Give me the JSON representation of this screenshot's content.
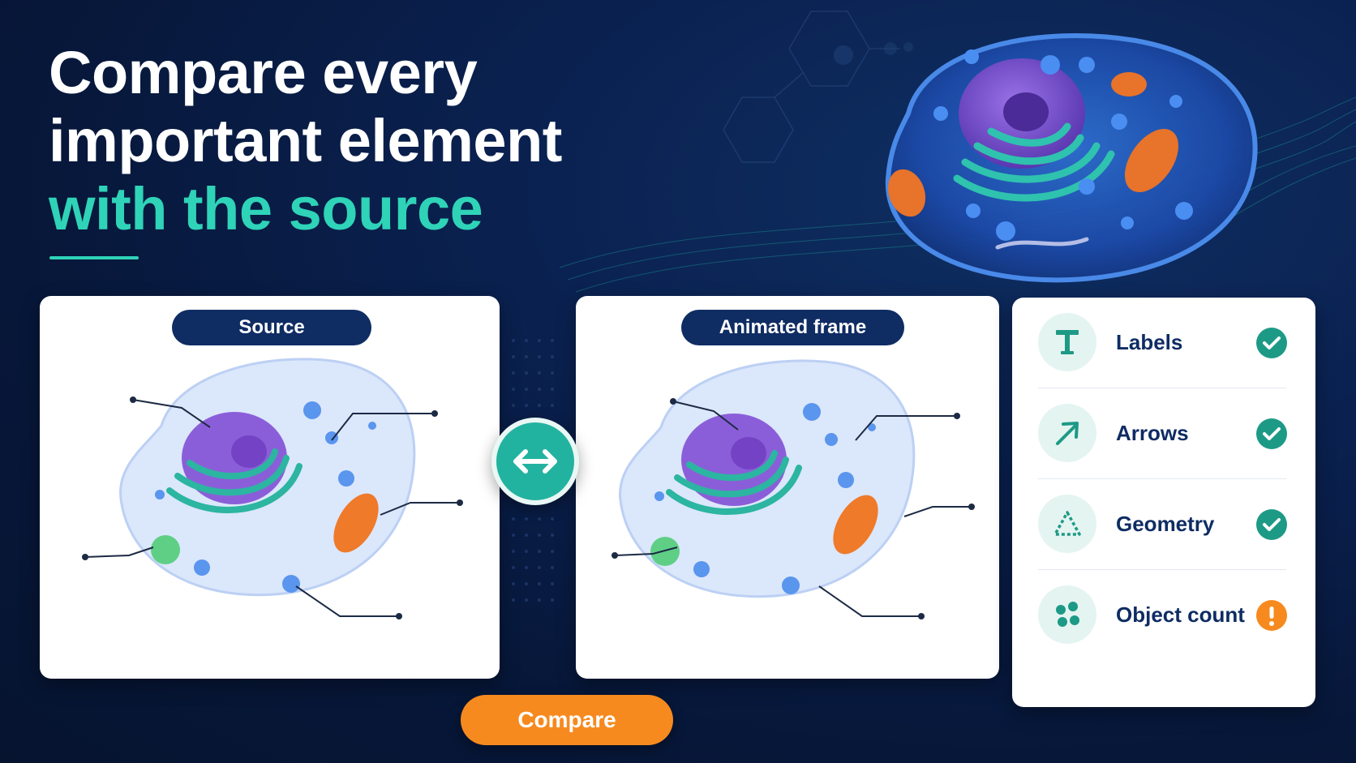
{
  "headline": {
    "line1": "Compare every",
    "line2": "important element",
    "line3": "with the source"
  },
  "panels": {
    "source_label": "Source",
    "animated_label": "Animated frame"
  },
  "compare_button_label": "Compare",
  "checklist": [
    {
      "label": "Labels",
      "icon": "text-t-icon",
      "status": "check"
    },
    {
      "label": "Arrows",
      "icon": "arrow-icon",
      "status": "check"
    },
    {
      "label": "Geometry",
      "icon": "triangle-icon",
      "status": "check"
    },
    {
      "label": "Object count",
      "icon": "dots-icon",
      "status": "warning"
    }
  ],
  "colors": {
    "background": "#071739",
    "accent_teal": "#2fd3b8",
    "navy": "#0f2c63",
    "orange": "#f68a1f",
    "check_green": "#1d9a86"
  }
}
